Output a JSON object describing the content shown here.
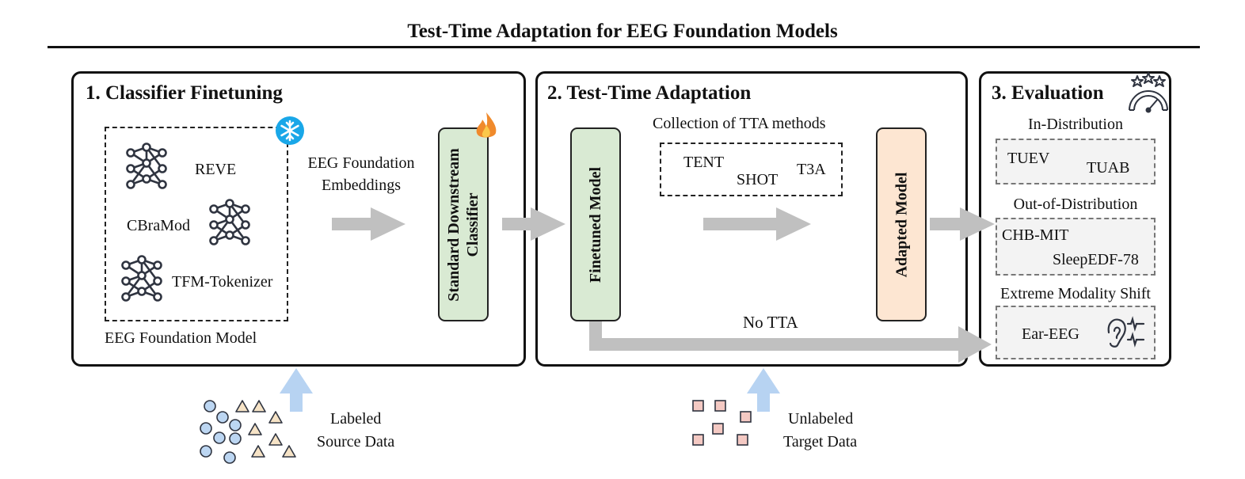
{
  "title": "Test-Time Adaptation for EEG Foundation Models",
  "panel1": {
    "title": "1. Classifier Finetuning",
    "models": [
      "REVE",
      "CBraMod",
      "TFM-Tokenizer"
    ],
    "model_box_label": "EEG Foundation Model",
    "embeddings_label_line1": "EEG Foundation",
    "embeddings_label_line2": "Embeddings",
    "classifier_line1": "Standard Downstream",
    "classifier_line2": "Classifier"
  },
  "panel2": {
    "title": "2. Test-Time Adaptation",
    "finetuned_model": "Finetuned Model",
    "collection_label": "Collection of TTA methods",
    "methods": [
      "TENT",
      "SHOT",
      "T3A"
    ],
    "adapted_model": "Adapted Model",
    "no_tta": "No TTA"
  },
  "panel3": {
    "title": "3. Evaluation",
    "in_distribution": {
      "label": "In-Distribution",
      "datasets": [
        "TUEV",
        "TUAB"
      ]
    },
    "out_of_distribution": {
      "label": "Out-of-Distribution",
      "datasets": [
        "CHB-MIT",
        "SleepEDF-78"
      ]
    },
    "extreme_shift": {
      "label": "Extreme Modality Shift",
      "datasets": [
        "Ear-EEG"
      ]
    }
  },
  "inputs": {
    "source_line1": "Labeled",
    "source_line2": "Source Data",
    "target_line1": "Unlabeled",
    "target_line2": "Target Data"
  },
  "colors": {
    "classifier_fill": "#d9ead3",
    "adapted_fill": "#fde6d2",
    "arrow_grey": "#c0c0c0",
    "input_arrow": "#b7d3f2",
    "circle_fill": "#bcd6f2",
    "triangle_fill": "#f6e3c6",
    "square_fill": "#f4c9c3",
    "snowflake": "#19a7e8",
    "flame": "#f08a2c"
  },
  "icons": [
    "network-icon",
    "snowflake-icon",
    "flame-icon",
    "gauge-stars-icon",
    "ear-icon"
  ]
}
